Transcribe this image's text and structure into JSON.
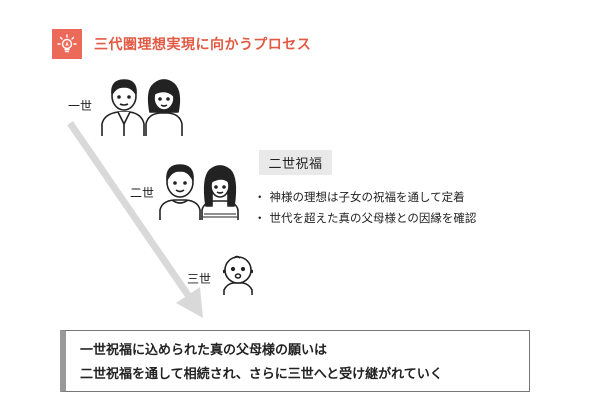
{
  "header": {
    "title": "三代圏理想実現に向かうプロセス",
    "icon": "lightbulb-icon",
    "icon_bg_color": "#ec6a5a",
    "title_color": "#e35a44"
  },
  "generations": [
    {
      "label": "一世"
    },
    {
      "label": "二世"
    },
    {
      "label": "三世"
    }
  ],
  "blessing_tag": "二世祝福",
  "bullets": [
    "神様の理想は子女の祝福を通して定着",
    "世代を超えた真の父母様との因縁を確認"
  ],
  "bullet_mark": "・",
  "summary": {
    "line1": "一世祝福に込められた真の父母様の願いは",
    "line2": "二世祝福を通して相続され、さらに三世へと受け継がれていく"
  }
}
